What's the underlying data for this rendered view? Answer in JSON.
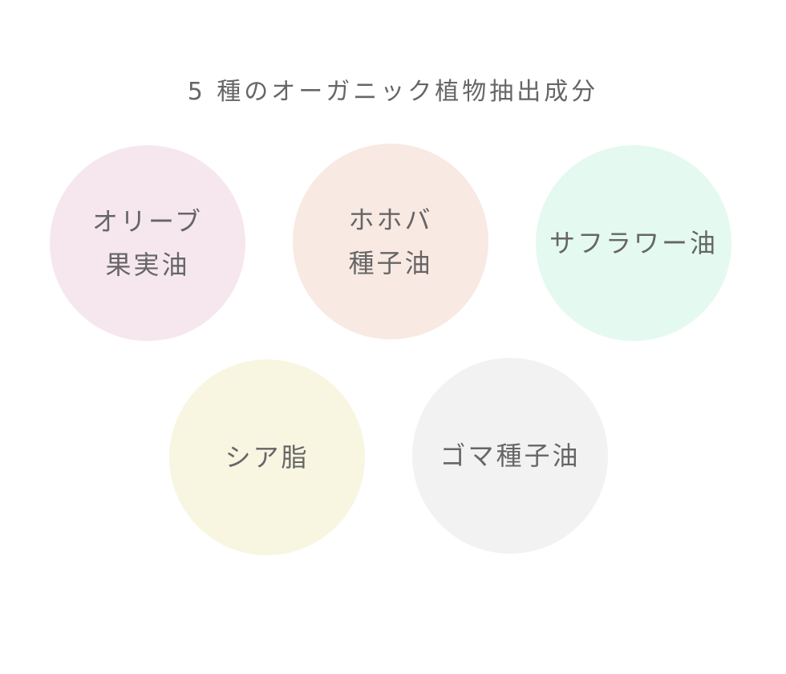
{
  "title": "5 種のオーガニック植物抽出成分",
  "ingredients": [
    {
      "lines": [
        "オリーブ",
        "果実油"
      ],
      "color": "#f6e7ef"
    },
    {
      "lines": [
        "ホホバ",
        "種子油"
      ],
      "color": "#f9e9e3"
    },
    {
      "lines": [
        "サフラワー油"
      ],
      "color": "#e4f9f0"
    },
    {
      "lines": [
        "シア脂"
      ],
      "color": "#f8f5e1"
    },
    {
      "lines": [
        "ゴマ種子油"
      ],
      "color": "#f2f2f2"
    }
  ]
}
